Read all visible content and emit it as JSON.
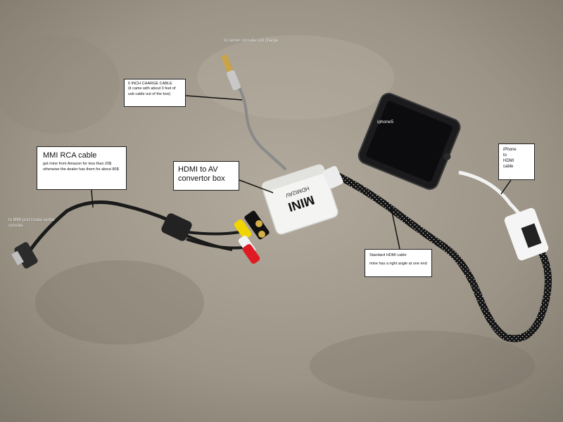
{
  "floating_labels": {
    "usb_charge": "to center console usb charge",
    "mmi_port": "to MMI port inside center console",
    "iphone_screen": "iphone5"
  },
  "callouts": {
    "charge_cable": {
      "title": "6 INCH CHARGE CABLE",
      "line1": "(it came with about 3 feet of",
      "line2": "usb cable out of the box)"
    },
    "mmi_rca": {
      "title": "MMI RCA cable",
      "line1": "got mine from Amazon for less than 20$",
      "line2": "otherwise the dealer has them for about 80$"
    },
    "hdmi_av": {
      "line1": "HDMI to AV",
      "line2": "convertor box"
    },
    "iphone_hdmi": {
      "line1": "iPhone",
      "line2": "to",
      "line3": "HDMI",
      "line4": "cable"
    },
    "standard_hdmi": {
      "title": "Standard HDMI cable",
      "line1": "mine has a right angle at one end"
    }
  },
  "device_text": {
    "box_brand": "MINI",
    "box_model": "HDMI2AV"
  },
  "colors": {
    "floor": "#9e9688",
    "cable_black": "#1a1a1a",
    "rca_yellow": "#f2d500",
    "rca_red": "#e01a22",
    "rca_white": "#f2f2f2"
  }
}
